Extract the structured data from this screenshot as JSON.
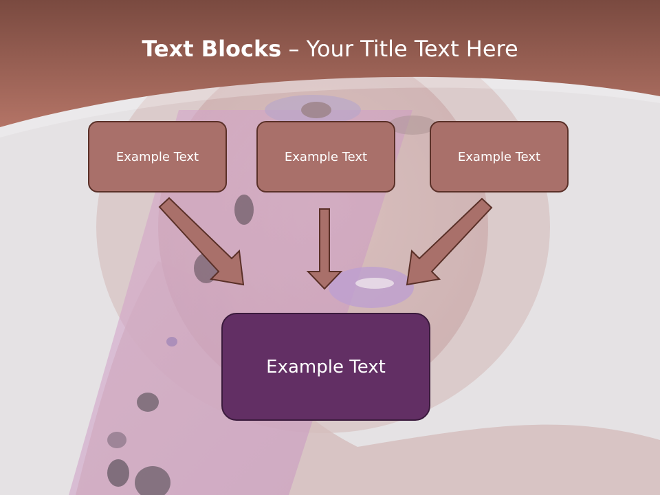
{
  "header": {
    "title_bold": "Text Blocks",
    "title_dash": " – ",
    "title_rest": "Your Title Text Here"
  },
  "boxes": {
    "left": "Example Text",
    "center": "Example Text",
    "right": "Example Text",
    "result": "Example Text"
  },
  "colors": {
    "header_band": "#a8675a",
    "box_fill": "#a9706a",
    "box_border": "#5a3028",
    "result_fill": "#622f64",
    "arrow_fill": "#a9706a",
    "arrow_stroke": "#5a3028"
  }
}
